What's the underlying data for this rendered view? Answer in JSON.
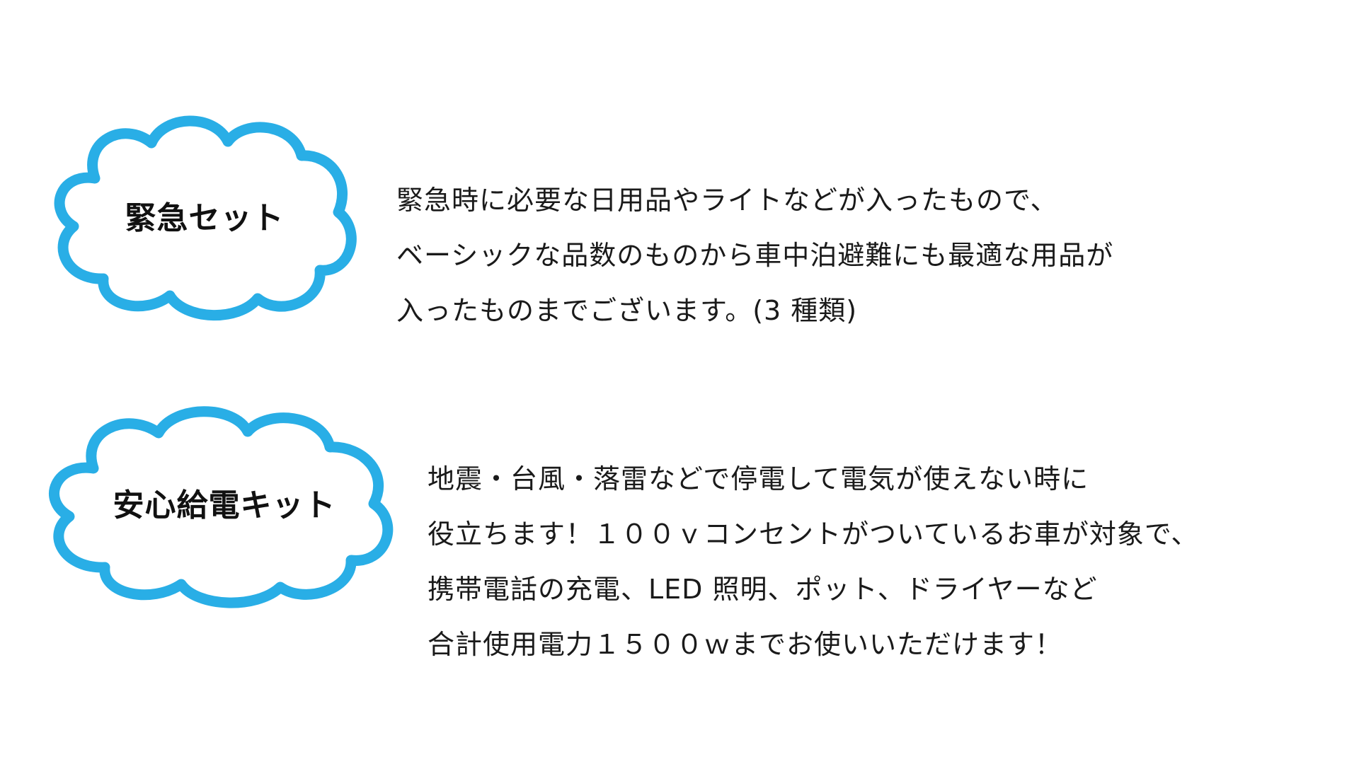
{
  "colors": {
    "cloud_stroke": "#29aee6",
    "text": "#1a1a1a"
  },
  "sections": [
    {
      "title": "緊急セット",
      "lines": [
        "緊急時に必要な日用品やライトなどが入ったもので、",
        "ベーシックな品数のものから車中泊避難にも最適な用品が",
        "入ったものまでございます。(3 種類)"
      ]
    },
    {
      "title": "安心給電キット",
      "lines": [
        "地震・台風・落雷などで停電して電気が使えない時に",
        "役立ちます！１００ｖコンセントがついているお車が対象で、",
        "携帯電話の充電、LED 照明、ポット、ドライヤーなど",
        "合計使用電力１５００ｗまでお使いいただけます！"
      ]
    }
  ]
}
